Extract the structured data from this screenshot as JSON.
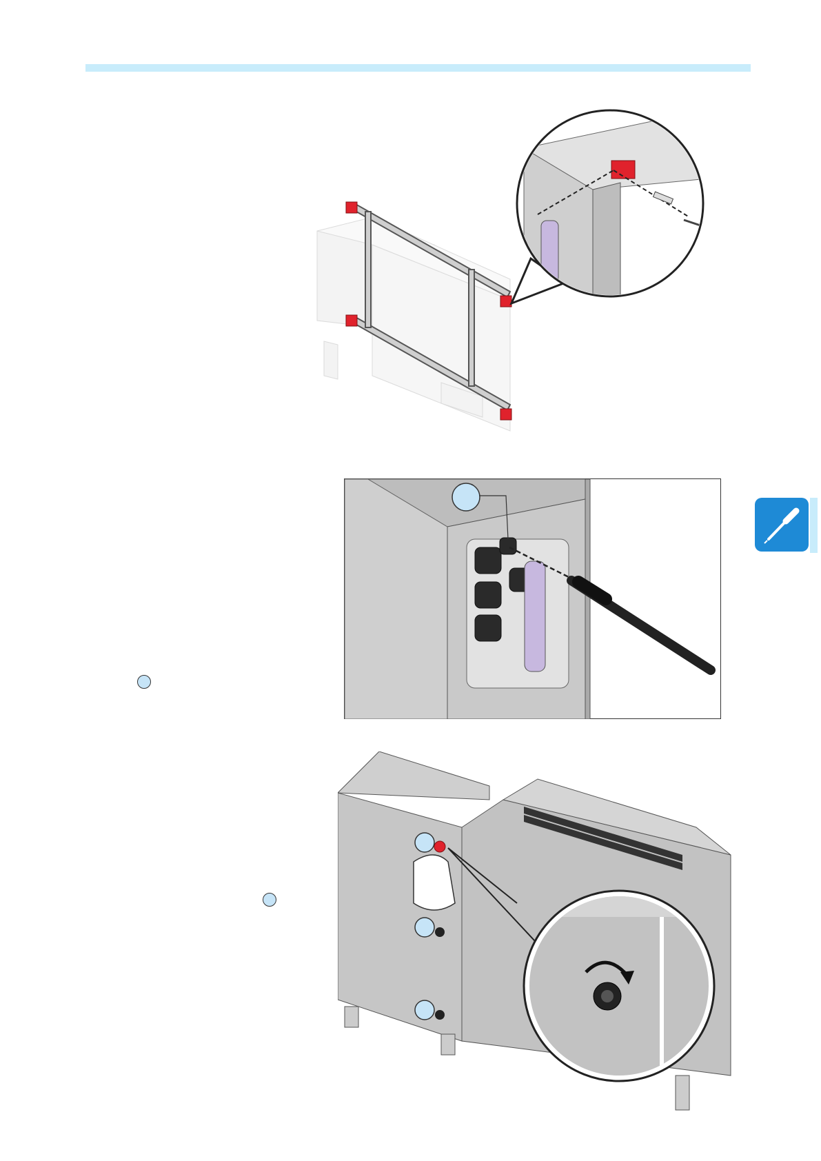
{
  "page": {
    "accent_color": "#c8ecfb",
    "tab_color": "#1e8ad6",
    "tab_icon": "screwdriver-icon"
  },
  "figures": [
    {
      "id": "bracket-mounting-figure"
    },
    {
      "id": "antenna-installation-figure"
    },
    {
      "id": "cap-rotation-figure"
    }
  ]
}
